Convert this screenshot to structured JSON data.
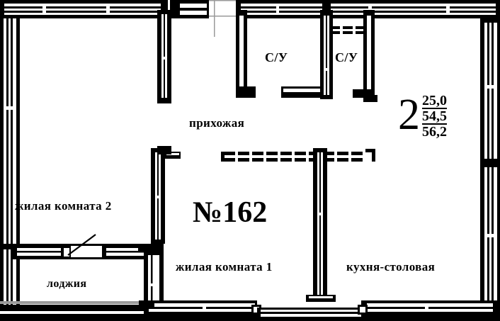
{
  "plan": {
    "apartment_number": "№162",
    "spec": {
      "rooms": "2",
      "living_area": "25,0",
      "area_without_loggia": "54,5",
      "total_area": "56,2"
    },
    "rooms": [
      {
        "name": "hall",
        "label": "прихожая"
      },
      {
        "name": "wc-left",
        "label": "С/У"
      },
      {
        "name": "wc-right",
        "label": "С/У"
      },
      {
        "name": "living-2",
        "label": "жилая комната 2"
      },
      {
        "name": "living-1",
        "label": "жилая комната 1"
      },
      {
        "name": "kitchen",
        "label": "кухня-столовая"
      },
      {
        "name": "loggia",
        "label": "лоджия"
      }
    ],
    "colors": {
      "wall": "#000000",
      "background": "#ffffff",
      "wall_core": "#ffffff"
    }
  }
}
